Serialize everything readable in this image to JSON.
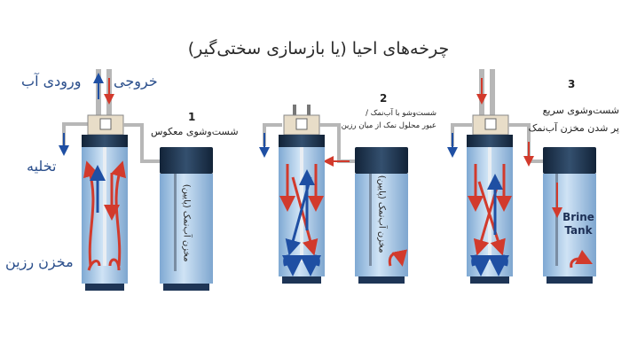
{
  "title": "چرخه‌های احیا (یا بازسازی سختی‌گیر)",
  "labels": {
    "outlet": "خروجی",
    "inlet": "ورودی آب",
    "drain": "تخلیه",
    "resin_tank": "مخزن رزین"
  },
  "stages": [
    {
      "number": "1",
      "caption": "شست‌وشوی معکوس",
      "tank_label": "مخزن آب‌نمک (پایین)"
    },
    {
      "number": "2",
      "caption_line1": "شست‌وشو با آب‌نمک /",
      "caption_line2": "عبور محلول نمک از میان رزین",
      "tank_label": "مخزن آب‌نمک (پایین)"
    },
    {
      "number": "3",
      "caption_line1": "شست‌وشوی سریع",
      "caption_line2": "پر شدن مخزن آب‌نمک",
      "tank_label_line1": "Brine",
      "tank_label_line2": "Tank"
    }
  ],
  "colors": {
    "tank_body": "#a9c9e8",
    "tank_cap": "#1e3556",
    "arrow_red": "#d23a2c",
    "arrow_blue": "#1f4fa3",
    "pipe": "#b7b7b7"
  }
}
